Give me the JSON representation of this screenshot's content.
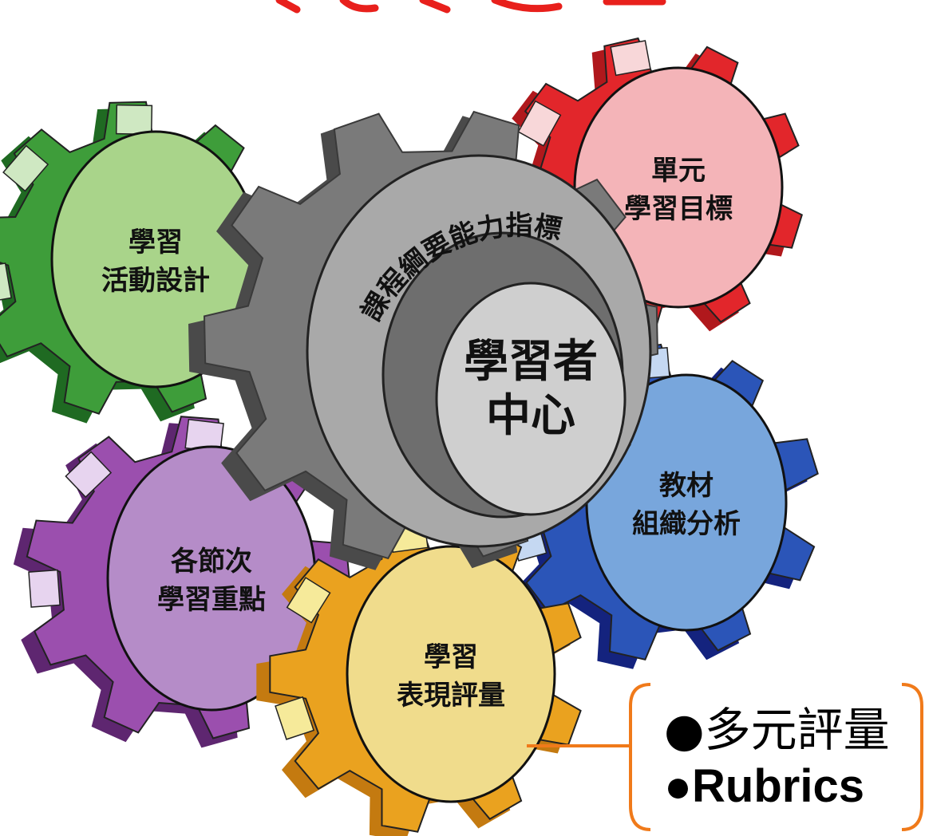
{
  "title": {
    "text": "",
    "color": "#e8201c"
  },
  "center_gear": {
    "ring_text": "課程綱要能力指標",
    "core_lines": [
      "學習者",
      "中心"
    ],
    "colors": {
      "outer": "#7a7a7a",
      "side": "#4a4a4a",
      "ring": "#a9a9a9",
      "inner": "#6e6e6e",
      "core": "#cfcfcf"
    }
  },
  "gears": [
    {
      "id": "unit-objectives",
      "lines": [
        "單元",
        "學習目標"
      ],
      "face": "#f4b4b8",
      "body": "#e2262b",
      "dark": "#b0181c",
      "light": "#f8d7d9"
    },
    {
      "id": "activity-design",
      "lines": [
        "學習",
        "活動設計"
      ],
      "face": "#a9d48a",
      "body": "#3e9d3a",
      "dark": "#1f6a22",
      "light": "#cfe8c2"
    },
    {
      "id": "materials-analysis",
      "lines": [
        "教材",
        "組織分析"
      ],
      "face": "#78a6dc",
      "body": "#2b55b8",
      "dark": "#14237e",
      "light": "#c5d8f2"
    },
    {
      "id": "lesson-focus",
      "lines": [
        "各節次",
        "學習重點"
      ],
      "face": "#b58cc8",
      "body": "#9b4fae",
      "dark": "#5e2670",
      "light": "#e7d4ef"
    },
    {
      "id": "performance-assessment",
      "lines": [
        "學習",
        "表現評量"
      ],
      "face": "#f0dc8c",
      "body": "#eaa21f",
      "dark": "#c47a10",
      "light": "#f6ea9a"
    }
  ],
  "callout": {
    "items": [
      "●多元評量",
      "●Rubrics"
    ],
    "bracket_color": "#f07a1a"
  }
}
